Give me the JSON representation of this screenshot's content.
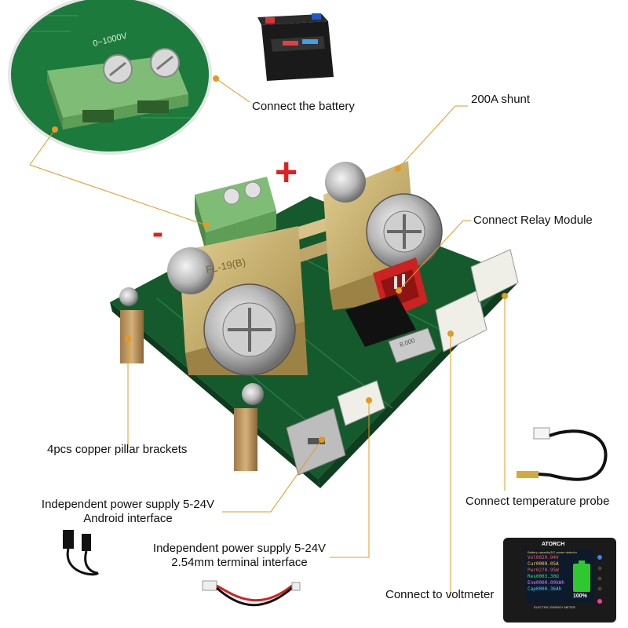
{
  "labels": {
    "battery": "Connect the battery",
    "shunt": "200A shunt",
    "relay": "Connect Relay Module",
    "pillars": "4pcs copper pillar brackets",
    "temp_probe": "Connect temperature probe",
    "voltmeter": "Connect to voltmeter",
    "android_line1": "Independent power supply 5-24V",
    "android_line2": "Android interface",
    "terminal_line1": "Independent power supply 5-24V",
    "terminal_line2": "2.54mm terminal interface"
  },
  "signs": {
    "plus": "+",
    "minus": "-"
  },
  "zoom_inset": {
    "silkscreen": "0~1000V"
  },
  "shunt_block": {
    "marking": "FL-19(B)"
  },
  "crystal": {
    "marking": "8.000"
  },
  "meter": {
    "brand": "ATORCH",
    "header": "Battery capacity/DC power detector",
    "rows": [
      {
        "label": "Vol",
        "value": "0029.94",
        "unit": "V"
      },
      {
        "label": "Cur",
        "value": "0009.05",
        "unit": "A"
      },
      {
        "label": "Pwr",
        "value": "0270.95",
        "unit": "W"
      },
      {
        "label": "Res",
        "value": "0003.30",
        "unit": "Ω"
      },
      {
        "label": "Ene",
        "value": "0000.00",
        "unit": "kWh"
      },
      {
        "label": "Cap",
        "value": "0000.36",
        "unit": "Ah"
      }
    ],
    "battery_percent": "100%",
    "footer": "ELECTRIC ENERGY METER"
  },
  "colors": {
    "leader": "#e59a1e",
    "pcb": "#1b6b35",
    "plus_sign": "#e02020",
    "minus_sign": "#e02020",
    "terminal_green": "#6ea86a",
    "brass": "#c8b06a"
  }
}
